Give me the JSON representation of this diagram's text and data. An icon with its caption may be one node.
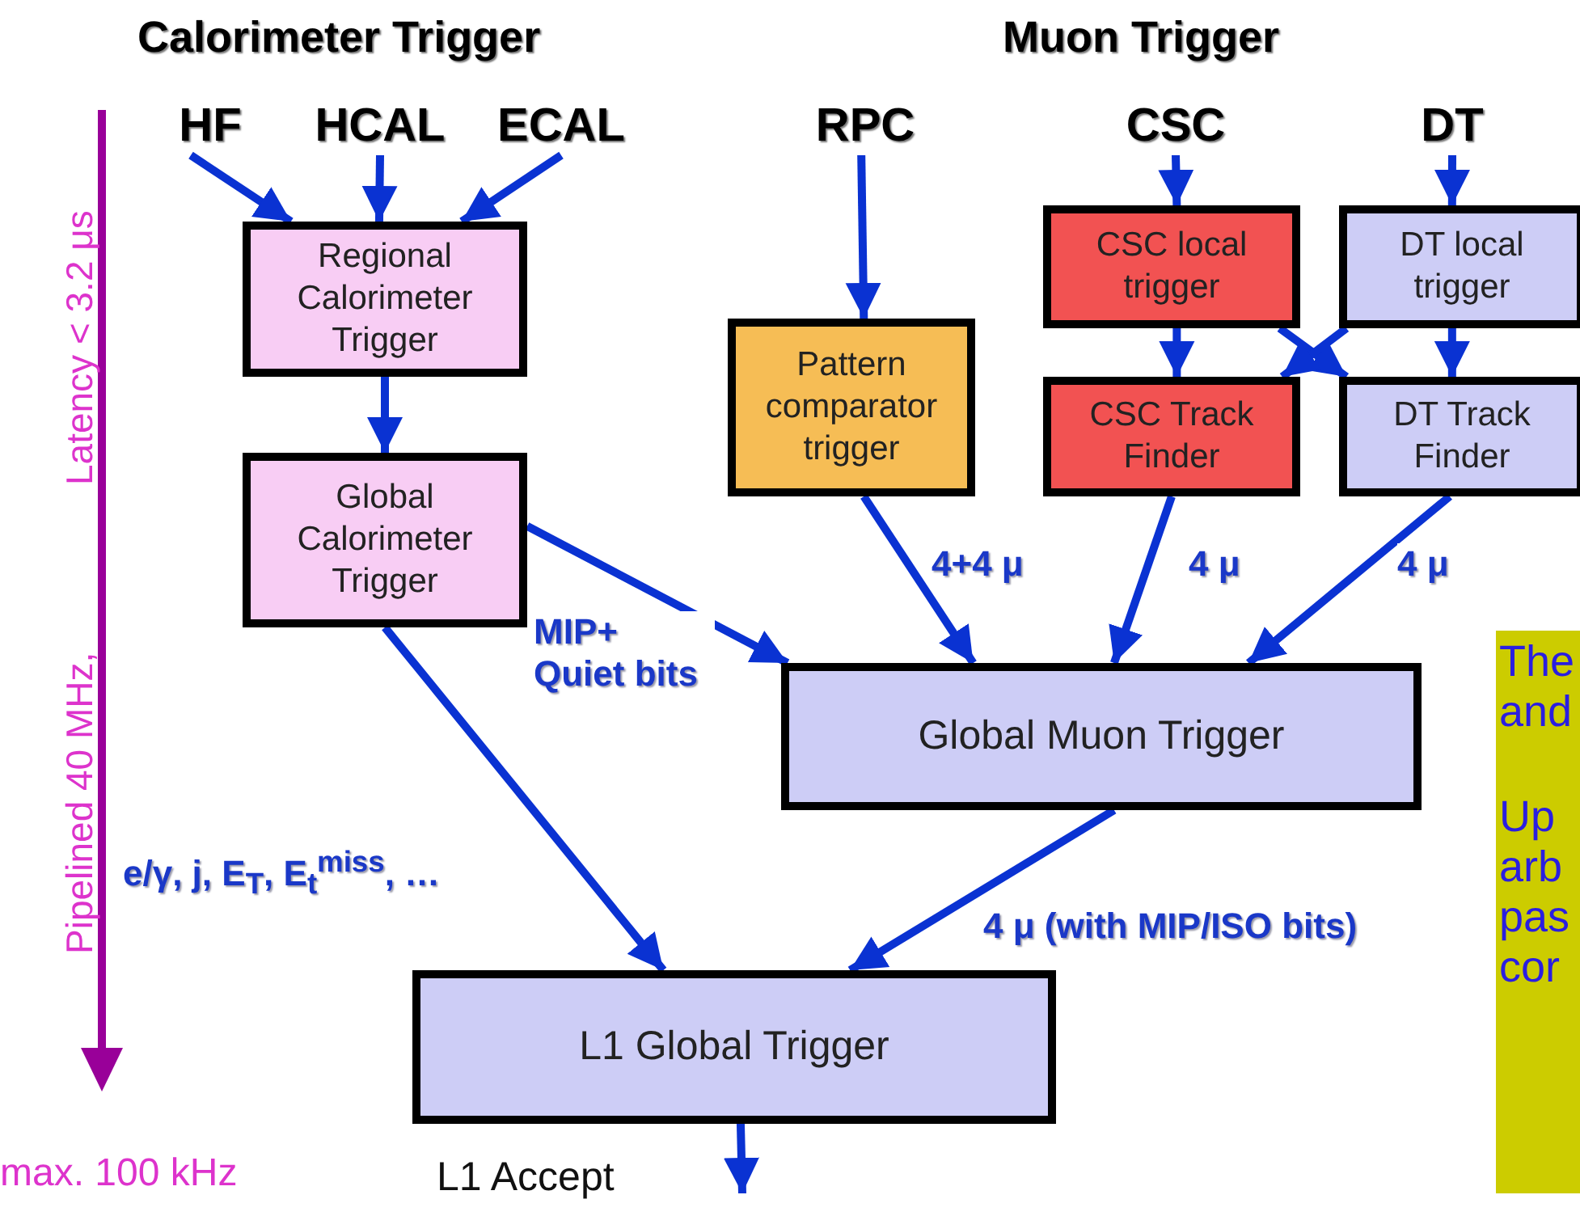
{
  "diagram": {
    "nodes": [
      {
        "text": [
          "HF"
        ]
      },
      {
        "text": [
          "HCAL"
        ]
      },
      {
        "text": [
          "ECAL"
        ]
      },
      {
        "text": [
          "Regional Calorimeter Trigger"
        ]
      },
      {
        "text": [
          "Global Calorimeter Trigger"
        ]
      },
      {
        "text": [
          "RPC"
        ]
      },
      {
        "text": [
          "CSC"
        ]
      },
      {
        "text": [
          "DT"
        ]
      },
      {
        "text": [
          "Pattern comparator trigger"
        ]
      },
      {
        "text": [
          "CSC local trigger"
        ]
      },
      {
        "text": [
          "DT local trigger"
        ]
      },
      {
        "text": [
          "CSC Track Finder"
        ]
      },
      {
        "text": [
          "DT Track Finder"
        ]
      },
      {
        "text": [
          "Global Muon Trigger"
        ]
      },
      {
        "text": [
          "L1 Global Trigger"
        ]
      },
      {
        "text": [
          "The and",
          "Up arb pas cor"
        ]
      }
    ],
    "edges": [
      {
        "from": 0,
        "to": 3,
        "arrow": "to"
      },
      {
        "from": 1,
        "to": 3,
        "arrow": "to"
      },
      {
        "from": 2,
        "to": 3,
        "arrow": "to"
      },
      {
        "from": 3,
        "to": 4,
        "arrow": "to"
      },
      {
        "from": 5,
        "to": 8,
        "arrow": "to"
      },
      {
        "from": 6,
        "to": 9,
        "arrow": "to"
      },
      {
        "from": 7,
        "to": 10,
        "arrow": "to"
      },
      {
        "from": 9,
        "to": 11,
        "arrow": "to"
      },
      {
        "from": 10,
        "to": 12,
        "arrow": "to"
      },
      {
        "from": 9,
        "to": 12,
        "arrow": "to"
      },
      {
        "from": 10,
        "to": 11,
        "arrow": "to"
      },
      {
        "from": 4,
        "to": 13,
        "arrow": "to",
        "label": "MIP+ Quiet bits"
      },
      {
        "from": 8,
        "to": 13,
        "arrow": "to",
        "label": "4+4 μ"
      },
      {
        "from": 11,
        "to": 13,
        "arrow": "to",
        "label": "4 μ"
      },
      {
        "from": 12,
        "to": 13,
        "arrow": "to",
        "label": "4 μ"
      },
      {
        "from": 4,
        "to": 14,
        "arrow": "to",
        "label": "e/γ, j, E$_{T}$, E$_{t}$$^{miss}$, …"
      },
      {
        "from": 13,
        "to": 14,
        "arrow": "to",
        "label": "4 μ (with MIP/ISO bits)"
      },
      {
        "from": 14,
        "to": null,
        "arrow": "to"
      }
    ],
    "labels": [
      "Calorimeter Trigger",
      "Muon Trigger",
      "Pipelined 40 MHz,",
      "Latency < 3.2 μs",
      "max. 100 kHz",
      "L1 Accept"
    ]
  }
}
